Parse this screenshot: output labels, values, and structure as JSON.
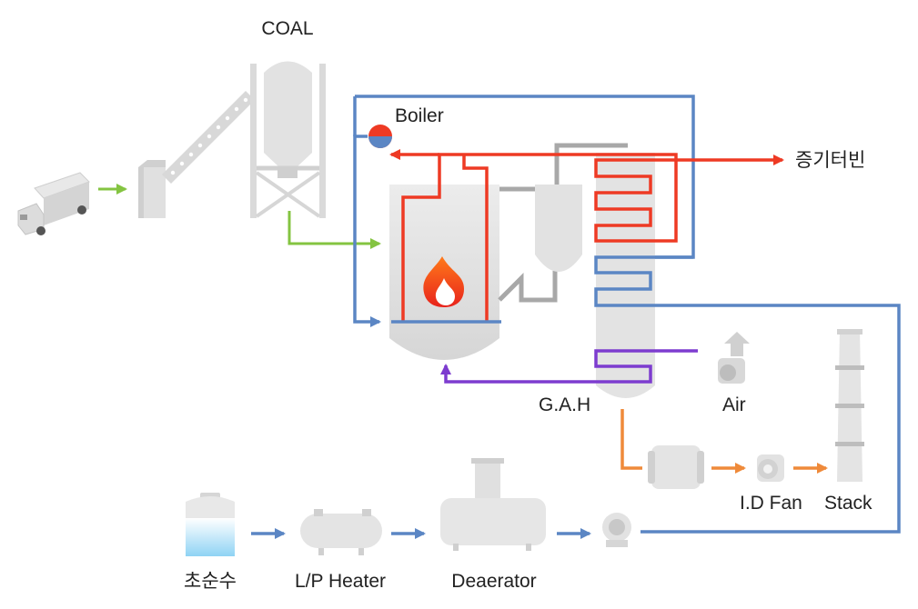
{
  "labels": {
    "coal": "COAL",
    "boiler": "Boiler",
    "turbine": "증기터빈",
    "gah": "G.A.H",
    "air": "Air",
    "id_fan": "I.D Fan",
    "stack": "Stack",
    "pure_water": "초순수",
    "lp_heater": "L/P Heater",
    "deaerator": "Deaerator"
  },
  "colors": {
    "water_line": "#5b86c4",
    "steam_line": "#ee3a24",
    "air_line": "#7d3ccf",
    "flue_gas_line": "#ef8a3a",
    "coal_line": "#84c441",
    "equipment": "#e4e4e4",
    "equipment_shade": "#cccccc",
    "water_tank_fill": "#9fd8f3",
    "text": "#222222"
  },
  "icons": [
    "truck-icon",
    "flame-icon",
    "air-intake-icon",
    "fan-icon",
    "pump-icon"
  ]
}
